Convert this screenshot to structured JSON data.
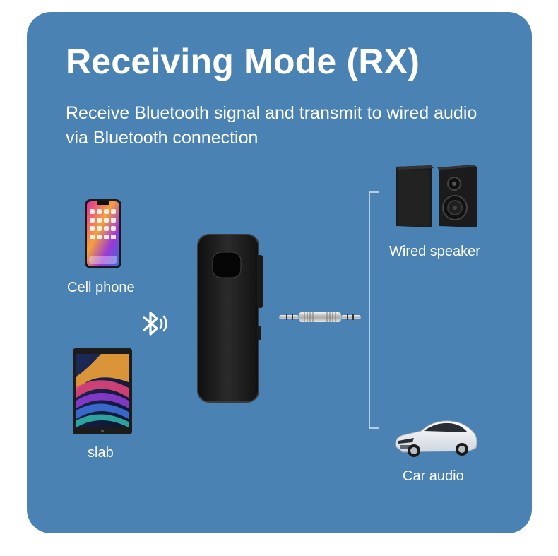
{
  "title": "Receiving Mode (RX)",
  "subtitle": "Receive Bluetooth signal and transmit to wired audio via Bluetooth connection",
  "sources": {
    "phone_label": "Cell phone",
    "tablet_label": "slab"
  },
  "outputs": {
    "speaker_label": "Wired speaker",
    "car_label": "Car audio"
  },
  "icons": {
    "bluetooth": "bluetooth-icon",
    "phone": "phone-icon",
    "tablet": "tablet-icon",
    "receiver": "receiver-device",
    "cable": "aux-cable",
    "speaker": "speaker-icon",
    "car": "car-icon"
  },
  "colors": {
    "panel": "#4b82b4",
    "text": "#ffffff"
  }
}
